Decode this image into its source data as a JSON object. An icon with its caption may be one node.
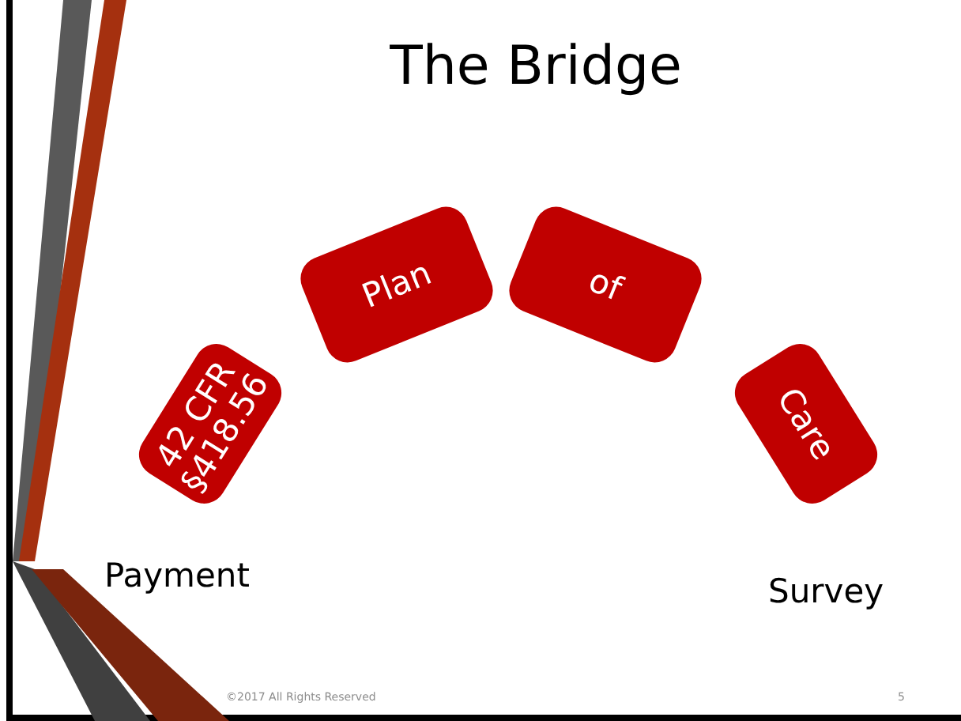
{
  "diagram": {
    "title": "The Bridge",
    "nodes": [
      {
        "text": [
          "42 CFR §418.56"
        ]
      },
      {
        "text": [
          "Plan"
        ]
      },
      {
        "text": [
          "of"
        ]
      },
      {
        "text": [
          "Care"
        ]
      }
    ],
    "labels": [
      "Payment",
      "Survey",
      "©2017 All Rights Reserved",
      "5"
    ]
  }
}
